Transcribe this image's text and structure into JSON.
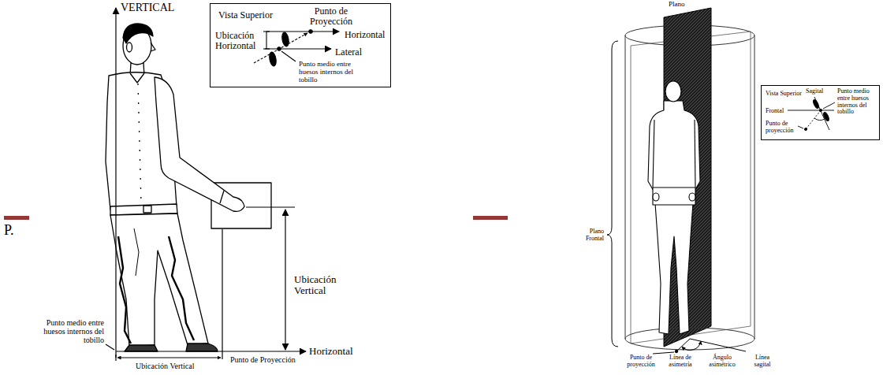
{
  "diagram": {
    "nodes": [
      {
        "text": [
          "Vista Superior",
          "Punto de Proyección",
          "Horizontal",
          "Ubicación Horizontal",
          "Lateral",
          "Punto medio entre huesos internos del tobillo"
        ]
      },
      {
        "text": [
          "Vista Superior",
          "Sagital",
          "Punto medio entre huesos internos del tobillo",
          "Frontal",
          "Punto de proyección"
        ]
      }
    ],
    "labels": [
      "VERTICAL",
      "P.",
      "Ubicación Vertical",
      "Horizontal",
      "Punto medio entre huesos internos del tobillo",
      "Ubicación Vertical",
      "Punto de Proyección",
      "Plano",
      "Plano Frontal",
      "Punto de proyección",
      "Línea de asimetría",
      "Ángulo asimétrico",
      "Línea sagital"
    ]
  }
}
